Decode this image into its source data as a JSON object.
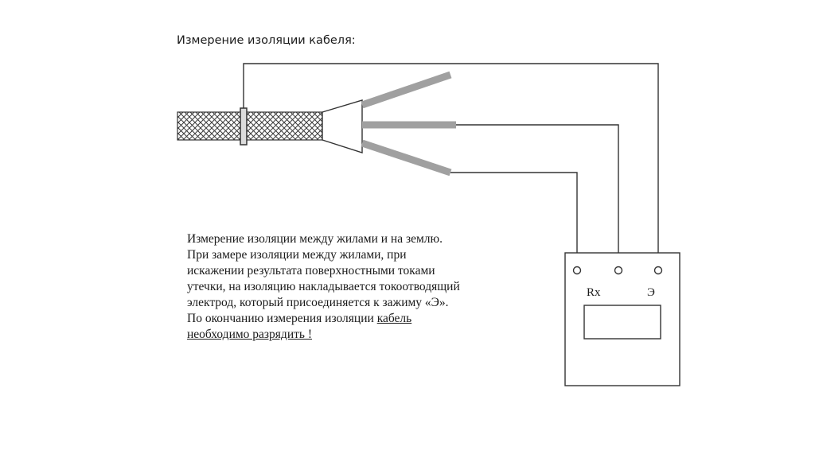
{
  "title": "Измерение изоляции кабеля:",
  "description": {
    "lines": [
      "Измерение изоляции между жилами и на землю.",
      "При замере изоляции между жилами, при",
      "искажении результата поверхностными токами",
      "утечки, на изоляцию накладывается токоотводящий",
      "электрод, который присоединяется к зажиму «Э».",
      "По окончанию измерения изоляции "
    ],
    "underlined_end": "кабель",
    "final_line": "необходимо разрядить !"
  },
  "meter": {
    "label_rx": "Rx",
    "label_e": "Э"
  },
  "colors": {
    "line": "#333333",
    "core": "#a0a0a0",
    "text": "#1a1a1a"
  }
}
